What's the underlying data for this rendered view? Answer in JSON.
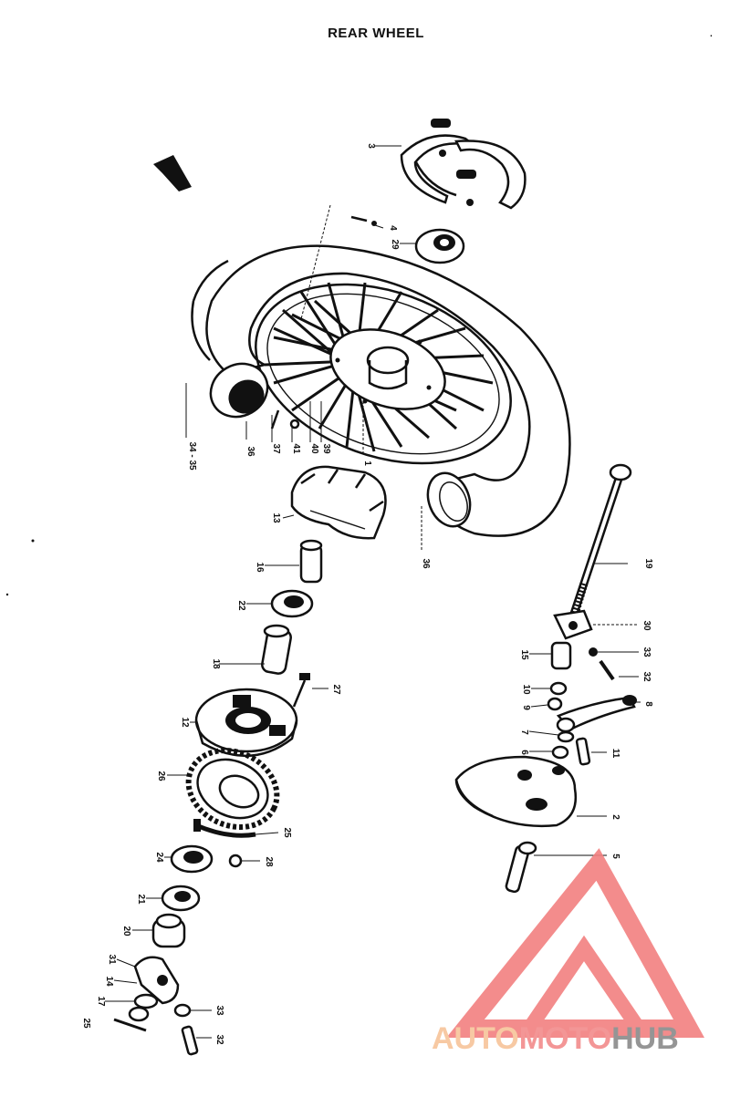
{
  "title": "REAR WHEEL",
  "labels": [
    {
      "id": "l3",
      "text": "3"
    },
    {
      "id": "l4",
      "text": "4"
    },
    {
      "id": "l29",
      "text": "29"
    },
    {
      "id": "l3435",
      "text": "34 - 35"
    },
    {
      "id": "l36a",
      "text": "36"
    },
    {
      "id": "l37",
      "text": "37"
    },
    {
      "id": "l41",
      "text": "41"
    },
    {
      "id": "l40",
      "text": "40"
    },
    {
      "id": "l39",
      "text": "39"
    },
    {
      "id": "l1",
      "text": "1"
    },
    {
      "id": "l13",
      "text": "13"
    },
    {
      "id": "l36b",
      "text": "36"
    },
    {
      "id": "l16",
      "text": "16"
    },
    {
      "id": "l19",
      "text": "19"
    },
    {
      "id": "l22",
      "text": "22"
    },
    {
      "id": "l18",
      "text": "18"
    },
    {
      "id": "l30",
      "text": "30"
    },
    {
      "id": "l15",
      "text": "15"
    },
    {
      "id": "l33a",
      "text": "33"
    },
    {
      "id": "l32a",
      "text": "32"
    },
    {
      "id": "l10",
      "text": "10"
    },
    {
      "id": "l9",
      "text": "9"
    },
    {
      "id": "l8",
      "text": "8"
    },
    {
      "id": "l27",
      "text": "27"
    },
    {
      "id": "l12",
      "text": "12"
    },
    {
      "id": "l7",
      "text": "7"
    },
    {
      "id": "l6",
      "text": "6"
    },
    {
      "id": "l11",
      "text": "11"
    },
    {
      "id": "l26",
      "text": "26"
    },
    {
      "id": "l2",
      "text": "2"
    },
    {
      "id": "l25a",
      "text": "25"
    },
    {
      "id": "l24",
      "text": "24"
    },
    {
      "id": "l28",
      "text": "28"
    },
    {
      "id": "l5",
      "text": "5"
    },
    {
      "id": "l21",
      "text": "21"
    },
    {
      "id": "l20",
      "text": "20"
    },
    {
      "id": "l31",
      "text": "31"
    },
    {
      "id": "l14",
      "text": "14"
    },
    {
      "id": "l17",
      "text": "17"
    },
    {
      "id": "l33b",
      "text": "33"
    },
    {
      "id": "l25b",
      "text": "25"
    },
    {
      "id": "l32b",
      "text": "32"
    }
  ],
  "watermark": {
    "part1": "AUTO",
    "part2": "MOTO",
    "part3": "HUB",
    "color1": "#f7c49a",
    "color2": "#f28b8b",
    "color3": "#8a8a8a",
    "mark_color": "#f28080"
  }
}
